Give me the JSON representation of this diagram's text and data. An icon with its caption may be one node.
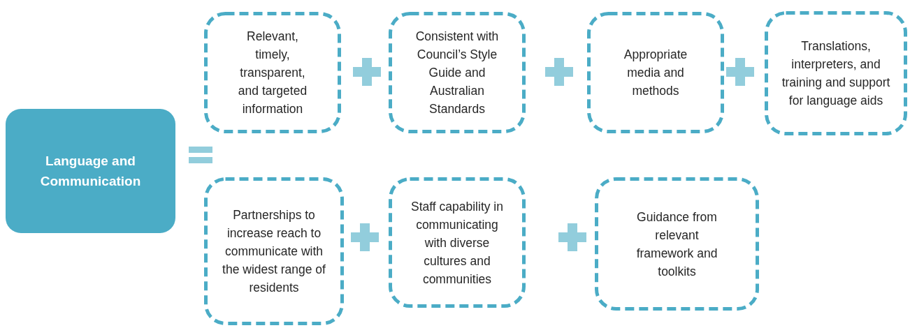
{
  "diagram": {
    "nodes": [
      {
        "text": [
          "Language and Communication"
        ]
      },
      {
        "text": [
          "Relevant, timely, transparent, and targeted information"
        ]
      },
      {
        "text": [
          "Consistent with Council’s Style Guide and Australian Standards"
        ]
      },
      {
        "text": [
          "Appropriate media and methods"
        ]
      },
      {
        "text": [
          "Translations, interpreters, and training and support for language aids"
        ]
      },
      {
        "text": [
          "Partnerships to increase reach to communicate with the widest range of residents"
        ]
      },
      {
        "text": [
          "Staff capability in communicating with diverse cultures and communities"
        ]
      },
      {
        "text": [
          "Guidance from relevant framework and toolkits"
        ]
      }
    ]
  }
}
